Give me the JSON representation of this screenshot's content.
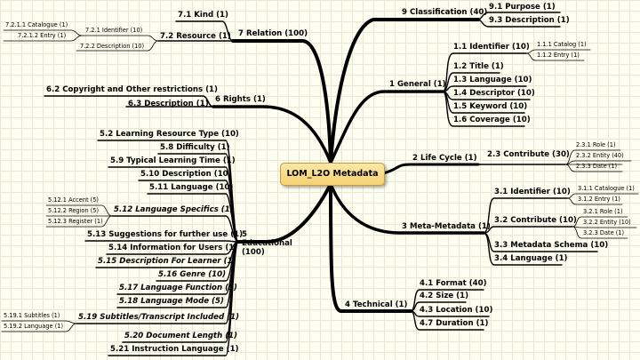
{
  "center": "LOM_L2O Metadata",
  "branches": {
    "b9": {
      "label": "9 Classification (40)",
      "children": [
        "9.1 Purpose (1)",
        "9.3 Description (1)"
      ]
    },
    "b1": {
      "label": "1 General (1)",
      "children": [
        "1.1 Identifier (10)",
        "1.2 Title (1)",
        "1.3 Language (10)",
        "1.4 Descriptor (10)",
        "1.5 Keyword (10)",
        "1.6 Coverage (10)"
      ],
      "sub_1_1": [
        "1.1.1 Catalog (1)",
        "1.1.2 Entry (1)"
      ]
    },
    "b2": {
      "label": "2 Life Cycle (1)",
      "children": [
        "2.3 Contribute (30)"
      ],
      "sub_2_3": [
        "2.3.1 Role (1)",
        "2.3.2 Entity (40)",
        "2.3.3 Date (1)"
      ]
    },
    "b3": {
      "label": "3 Meta-Metadata (1)",
      "children": [
        "3.1 Identifier (10)",
        "3.2 Contribute (10)",
        "3.3 Metadata Schema (10)",
        "3.4 Language (1)"
      ],
      "sub_3_1": [
        "3.1.1 Catalogue (1)",
        "3.1.2 Entry (1)"
      ],
      "sub_3_2": [
        "3.2.1 Role (1)",
        "3.2.2 Entity (10)",
        "3.2.3 Date (1)"
      ]
    },
    "b4": {
      "label": "4 Technical (1)",
      "children": [
        "4.1 Format (40)",
        "4.2 Size (1)",
        "4.3 Location (10)",
        "4.7 Duration (1)"
      ]
    },
    "b7": {
      "label": "7 Relation (100)",
      "children": [
        "7.1 Kind (1)",
        "7.2 Resource (1)"
      ],
      "sub_7_2": [
        "7.2.1 Identifier (10)",
        "7.2.2 Description (10)"
      ],
      "sub_7_2_1": [
        "7.2.1.1 Catalogue (1)",
        "7.2.1.2 Entry (1)"
      ]
    },
    "b6": {
      "label": "6 Rights (1)",
      "children": [
        "6.2 Copyright and Other restrictions (1)",
        "6.3 Description (1)"
      ]
    },
    "b5": {
      "label": "5 Educational (100)",
      "children": [
        "5.2 Learning Resource Type (10)",
        "5.8 Difficulty (1)",
        "5.9 Typical Learning Time (1)",
        "5.10 Description (10)",
        "5.11 Language (10)",
        "5.12 Language Specifics (1)",
        "5.13 Suggestions for further use (1)",
        "5.14 Information for Users (1)",
        "5.15 Description For Learner (1)",
        "5.16 Genre (10)",
        "5.17 Language Function (5)",
        "5.18 Language Mode (5)",
        "5.19 Subtitles/Transcript Included (1)",
        "5.20 Document Length (1)",
        "5.21 Instruction Language (1)"
      ],
      "sub_5_12": [
        "5.12.1 Accent (5)",
        "5.12.2 Region (5)",
        "5.12.3 Register (1)"
      ],
      "sub_5_19": [
        "5.19.1 Subtitles (1)",
        "5.19.2 Language (1)"
      ]
    }
  },
  "colors": {
    "background": "#fdfdf0",
    "grid": "#e6e8d6",
    "center_fill": "#f5d272",
    "center_border": "#c79a3a",
    "edge": "#000000"
  }
}
